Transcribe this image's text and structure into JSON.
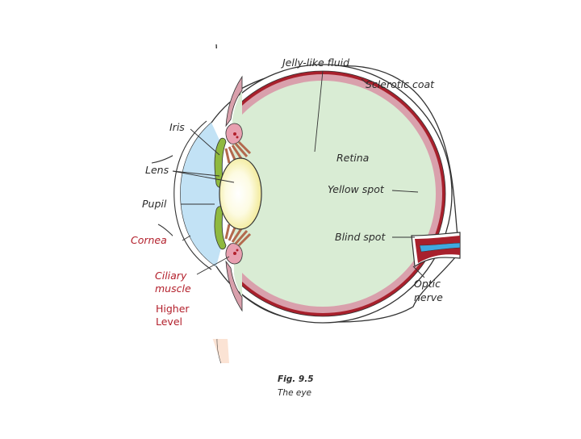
{
  "labels": {
    "jelly_fluid": "Jelly-like fluid",
    "sclerotic_coat": "Sclerotic coat",
    "iris": "Iris",
    "lens": "Lens",
    "pupil": "Pupil",
    "cornea": "Cornea",
    "ciliary_line1": "Ciliary",
    "ciliary_line2": "muscle",
    "retina": "Retina",
    "yellow_spot": "Yellow spot",
    "blind_spot": "Blind spot",
    "optic_line1": "Optic",
    "optic_line2": "nerve",
    "level_line1": "Higher",
    "level_line2": "Level"
  },
  "caption": {
    "fig": "Fig. 9.5",
    "title": "The eye"
  },
  "colors": {
    "vitreous": "#d9ecd4",
    "retina": "#d9a0ac",
    "choroid": "#a8202c",
    "aqueous": "#c2e2f5",
    "lens": "#fbf6c4",
    "iris": "#8fb93f",
    "skin": "#fbe3d4",
    "ciliary": "#b36a4e",
    "red_label": "#b3202c"
  }
}
